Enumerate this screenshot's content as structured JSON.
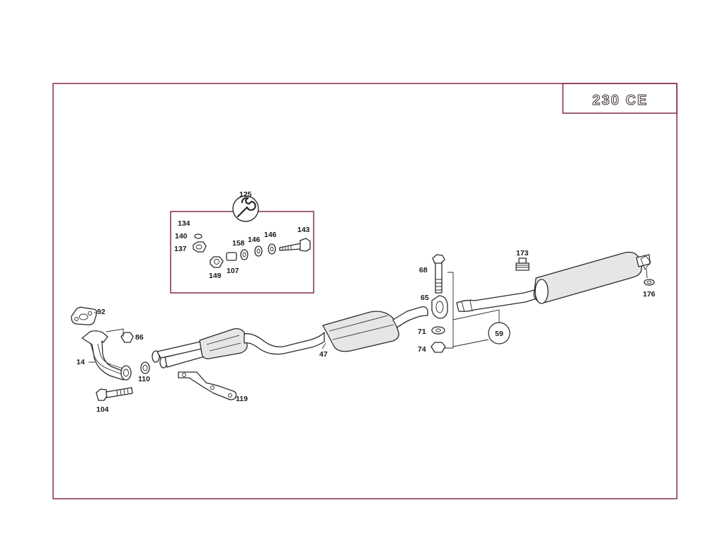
{
  "model_badge": "230 CE",
  "callouts": {
    "c14": "14",
    "c47": "47",
    "c59": "59",
    "c65": "65",
    "c68": "68",
    "c71": "71",
    "c74": "74",
    "c86": "86",
    "c92": "92",
    "c104": "104",
    "c107": "107",
    "c110": "110",
    "c119": "119",
    "c125": "125",
    "c134": "134",
    "c137": "137",
    "c140": "140",
    "c143": "143",
    "c146a": "146",
    "c146b": "146",
    "c149": "149",
    "c158": "158",
    "c173": "173",
    "c176": "176"
  },
  "icons": {
    "kit": "wrench-icon"
  },
  "colors": {
    "frame": "#7a1f35",
    "line": "#2a2a2a"
  }
}
